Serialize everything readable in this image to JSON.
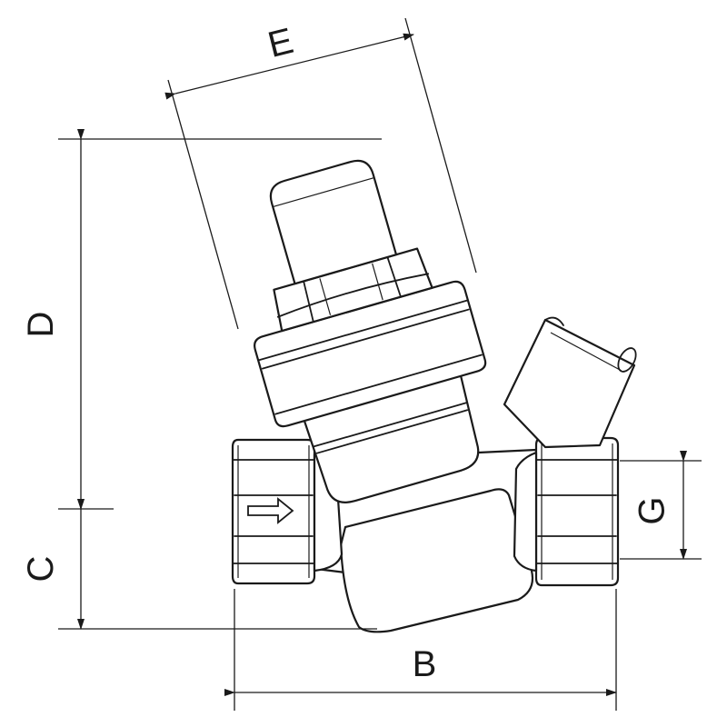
{
  "drawing": {
    "subject": "pressure-reducing-valve",
    "dimensions": [
      {
        "key": "E",
        "label": "E"
      },
      {
        "key": "D",
        "label": "D"
      },
      {
        "key": "C",
        "label": "C"
      },
      {
        "key": "B",
        "label": "B"
      },
      {
        "key": "G",
        "label": "G"
      }
    ]
  }
}
